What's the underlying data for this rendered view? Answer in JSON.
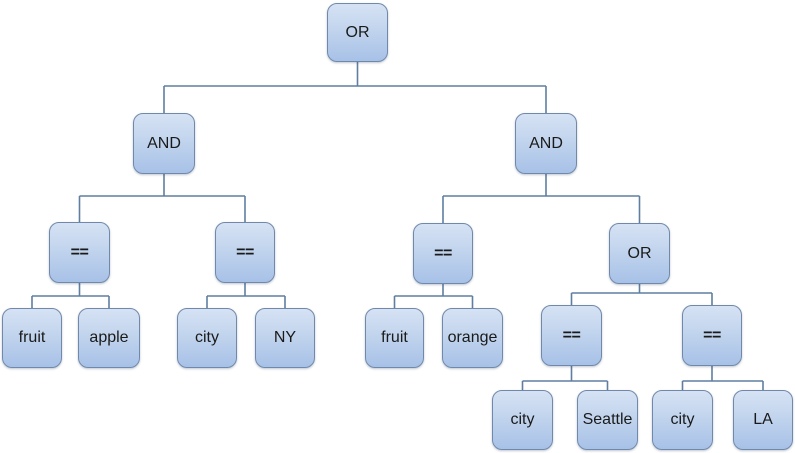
{
  "diagram": {
    "type": "expression-tree",
    "background_color": "#ffffff",
    "node_style": {
      "fill_top": "#d6e2f4",
      "fill_bottom": "#a7c1e7",
      "border_color": "#7089aa",
      "text_color": "#1a1a1a",
      "connector_color": "#5f7ea1"
    },
    "nodes": [
      {
        "id": "or-root",
        "label": "OR"
      },
      {
        "id": "and-left",
        "label": "AND"
      },
      {
        "id": "and-right",
        "label": "AND"
      },
      {
        "id": "eq-fruit-apple",
        "label": "=="
      },
      {
        "id": "eq-city-ny",
        "label": "=="
      },
      {
        "id": "eq-fruit-orange",
        "label": "=="
      },
      {
        "id": "or-nested",
        "label": "OR"
      },
      {
        "id": "leaf-fruit-1",
        "label": "fruit"
      },
      {
        "id": "leaf-apple",
        "label": "apple"
      },
      {
        "id": "leaf-city-1",
        "label": "city"
      },
      {
        "id": "leaf-ny",
        "label": "NY"
      },
      {
        "id": "leaf-fruit-2",
        "label": "fruit"
      },
      {
        "id": "leaf-orange",
        "label": "orange"
      },
      {
        "id": "eq-city-seattle",
        "label": "=="
      },
      {
        "id": "eq-city-la",
        "label": "=="
      },
      {
        "id": "leaf-city-2",
        "label": "city"
      },
      {
        "id": "leaf-seattle",
        "label": "Seattle"
      },
      {
        "id": "leaf-city-3",
        "label": "city"
      },
      {
        "id": "leaf-la",
        "label": "LA"
      }
    ],
    "edges": [
      [
        "or-root",
        "and-left"
      ],
      [
        "or-root",
        "and-right"
      ],
      [
        "and-left",
        "eq-fruit-apple"
      ],
      [
        "and-left",
        "eq-city-ny"
      ],
      [
        "and-right",
        "eq-fruit-orange"
      ],
      [
        "and-right",
        "or-nested"
      ],
      [
        "eq-fruit-apple",
        "leaf-fruit-1"
      ],
      [
        "eq-fruit-apple",
        "leaf-apple"
      ],
      [
        "eq-city-ny",
        "leaf-city-1"
      ],
      [
        "eq-city-ny",
        "leaf-ny"
      ],
      [
        "eq-fruit-orange",
        "leaf-fruit-2"
      ],
      [
        "eq-fruit-orange",
        "leaf-orange"
      ],
      [
        "or-nested",
        "eq-city-seattle"
      ],
      [
        "or-nested",
        "eq-city-la"
      ],
      [
        "eq-city-seattle",
        "leaf-city-2"
      ],
      [
        "eq-city-seattle",
        "leaf-seattle"
      ],
      [
        "eq-city-la",
        "leaf-city-3"
      ],
      [
        "eq-city-la",
        "leaf-la"
      ]
    ]
  }
}
